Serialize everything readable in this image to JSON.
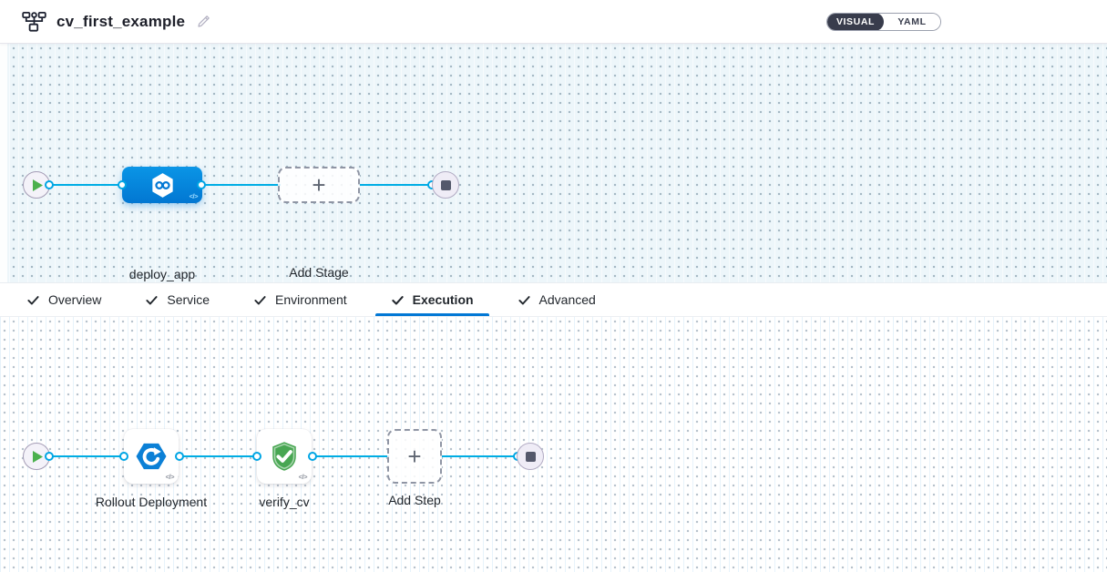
{
  "header": {
    "pipeline_name": "cv_first_example",
    "view_toggle": {
      "selected": "VISUAL",
      "options": [
        {
          "label": "VISUAL"
        },
        {
          "label": "YAML"
        }
      ]
    }
  },
  "stage_pipeline": {
    "stages": [
      {
        "label": "deploy_app",
        "type": "deployment-stage",
        "icon": "cd-hexagon-infinity-icon"
      },
      {
        "label": "Add Stage",
        "type": "add-placeholder",
        "icon": "plus-icon"
      }
    ]
  },
  "tabs": {
    "active": "Execution",
    "items": [
      {
        "label": "Overview",
        "checked": true
      },
      {
        "label": "Service",
        "checked": true
      },
      {
        "label": "Environment",
        "checked": true
      },
      {
        "label": "Execution",
        "checked": true
      },
      {
        "label": "Advanced",
        "checked": true
      }
    ]
  },
  "execution_pipeline": {
    "steps": [
      {
        "label": "Rollout Deployment",
        "type": "k8s-rollout-step",
        "icon": "rollout-hexagon-arrow-icon"
      },
      {
        "label": "verify_cv",
        "type": "verify-step",
        "icon": "shield-check-icon"
      },
      {
        "label": "Add Step",
        "type": "add-placeholder",
        "icon": "plus-icon"
      }
    ]
  },
  "icons": {
    "plus": "+",
    "code": "</>"
  },
  "colors": {
    "accent_blue": "#0278d5",
    "connector_cyan": "#00ade4",
    "stage_blue": "#0092e4",
    "success_green": "#48a652",
    "dark_text": "#22272d",
    "toggle_dark": "#383c4c"
  }
}
